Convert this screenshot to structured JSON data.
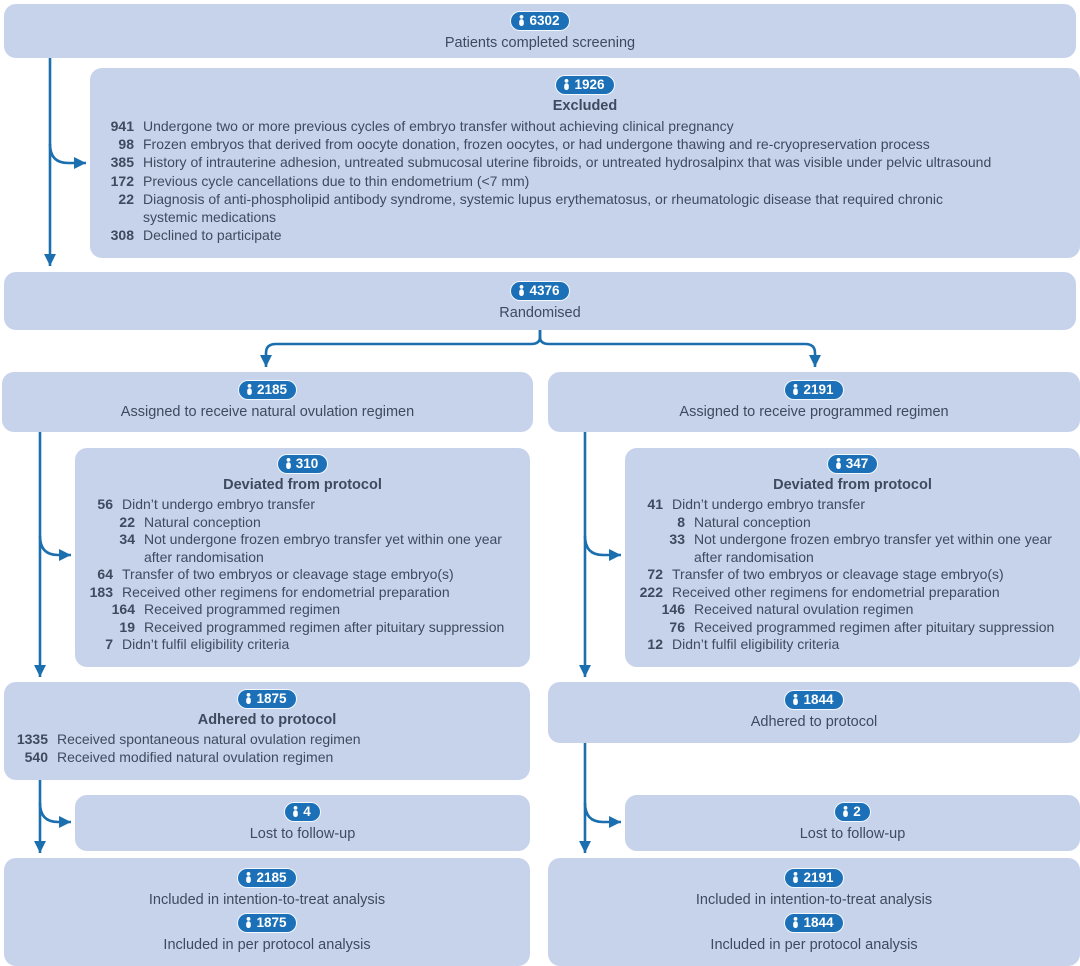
{
  "colors": {
    "box_fill": "#c7d3eb",
    "badge_blue": "#1c70b7",
    "arrow_blue": "#1b6fae",
    "text": "#3e4a5e"
  },
  "flow": {
    "screening": {
      "count": "6302",
      "label": "Patients completed screening"
    },
    "excluded": {
      "count": "1926",
      "title": "Excluded",
      "items": [
        {
          "n": "941",
          "text": "Undergone two or more previous cycles of embryo transfer without achieving clinical pregnancy",
          "level": 1
        },
        {
          "n": "98",
          "text": "Frozen embryos that derived from oocyte donation, frozen oocytes, or had undergone thawing and re-cryopreservation process",
          "level": 1
        },
        {
          "n": "385",
          "text": "History of intrauterine adhesion, untreated submucosal uterine fibroids, or untreated hydrosalpinx that was visible under pelvic ultrasound",
          "level": 1
        },
        {
          "n": "172",
          "text": "Previous cycle cancellations due to thin endometrium (<7 mm)",
          "level": 1
        },
        {
          "n": "22",
          "text": "Diagnosis of anti-phospholipid antibody syndrome, systemic lupus erythematosus, or rheumatologic disease that required chronic\nsystemic medications",
          "level": 1
        },
        {
          "n": "308",
          "text": "Declined to participate",
          "level": 1
        }
      ]
    },
    "randomised": {
      "count": "4376",
      "label": "Randomised"
    },
    "natural_arm": {
      "assigned": {
        "count": "2185",
        "label": "Assigned to receive natural ovulation regimen"
      },
      "deviated": {
        "count": "310",
        "title": "Deviated from protocol",
        "items": [
          {
            "n": "56",
            "text": "Didn’t undergo embryo transfer",
            "level": 1
          },
          {
            "n": "22",
            "text": "Natural conception",
            "level": 2
          },
          {
            "n": "34",
            "text": "Not undergone frozen embryo transfer yet within one year\nafter randomisation",
            "level": 2
          },
          {
            "n": "64",
            "text": "Transfer of two embryos or cleavage stage embryo(s)",
            "level": 1
          },
          {
            "n": "183",
            "text": "Received other regimens for endometrial preparation",
            "level": 1
          },
          {
            "n": "164",
            "text": "Received programmed regimen",
            "level": 2
          },
          {
            "n": "19",
            "text": "Received programmed regimen after pituitary suppression",
            "level": 2
          },
          {
            "n": "7",
            "text": "Didn’t fulfil eligibility criteria",
            "level": 1
          }
        ]
      },
      "adhered": {
        "count": "1875",
        "title": "Adhered to protocol",
        "items": [
          {
            "n": "1335",
            "text": "Received spontaneous natural ovulation regimen",
            "level": 1
          },
          {
            "n": "540",
            "text": "Received modified natural ovulation regimen",
            "level": 1
          }
        ]
      },
      "lost": {
        "count": "4",
        "label": "Lost to follow-up"
      },
      "itt": {
        "count": "2185",
        "label": "Included in intention-to-treat analysis"
      },
      "per_protocol": {
        "count": "1875",
        "label": "Included in per protocol analysis"
      }
    },
    "programmed_arm": {
      "assigned": {
        "count": "2191",
        "label": "Assigned to receive programmed regimen"
      },
      "deviated": {
        "count": "347",
        "title": "Deviated from protocol",
        "items": [
          {
            "n": "41",
            "text": "Didn’t undergo embryo transfer",
            "level": 1
          },
          {
            "n": "8",
            "text": "Natural conception",
            "level": 2
          },
          {
            "n": "33",
            "text": "Not undergone frozen embryo transfer yet within one year\nafter randomisation",
            "level": 2
          },
          {
            "n": "72",
            "text": "Transfer of two embryos or cleavage stage embryo(s)",
            "level": 1
          },
          {
            "n": "222",
            "text": "Received other regimens for endometrial preparation",
            "level": 1
          },
          {
            "n": "146",
            "text": "Received natural ovulation regimen",
            "level": 2
          },
          {
            "n": "76",
            "text": "Received programmed regimen after pituitary suppression",
            "level": 2
          },
          {
            "n": "12",
            "text": "Didn’t fulfil eligibility criteria",
            "level": 1
          }
        ]
      },
      "adhered": {
        "count": "1844",
        "label": "Adhered to protocol"
      },
      "lost": {
        "count": "2",
        "label": "Lost to follow-up"
      },
      "itt": {
        "count": "2191",
        "label": "Included in intention-to-treat analysis"
      },
      "per_protocol": {
        "count": "1844",
        "label": "Included in per protocol analysis"
      }
    }
  }
}
